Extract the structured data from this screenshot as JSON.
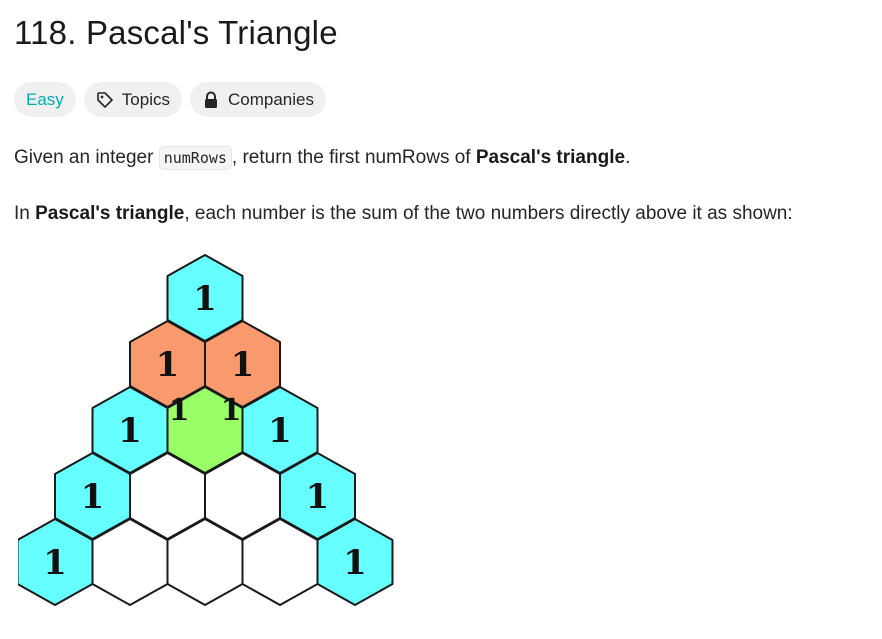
{
  "problem": {
    "title": "118. Pascal's Triangle",
    "difficulty": "Easy",
    "topics_label": "Topics",
    "companies_label": "Companies"
  },
  "description": {
    "p1_before": "Given an integer ",
    "p1_code": "numRows",
    "p1_middle": ", return the first numRows of ",
    "p1_bold": "Pascal's triangle",
    "p1_after": ".",
    "p2_before": "In ",
    "p2_bold": "Pascal's triangle",
    "p2_after": ", each number is the sum of the two numbers directly above it as shown:"
  },
  "figure": {
    "cell_value": "1",
    "colors": {
      "cyan": "#66ffff",
      "orange": "#f99a6c",
      "green": "#99ff66",
      "white": "#ffffff"
    }
  },
  "icons": {
    "topics": "tag-icon",
    "companies": "lock-icon"
  }
}
